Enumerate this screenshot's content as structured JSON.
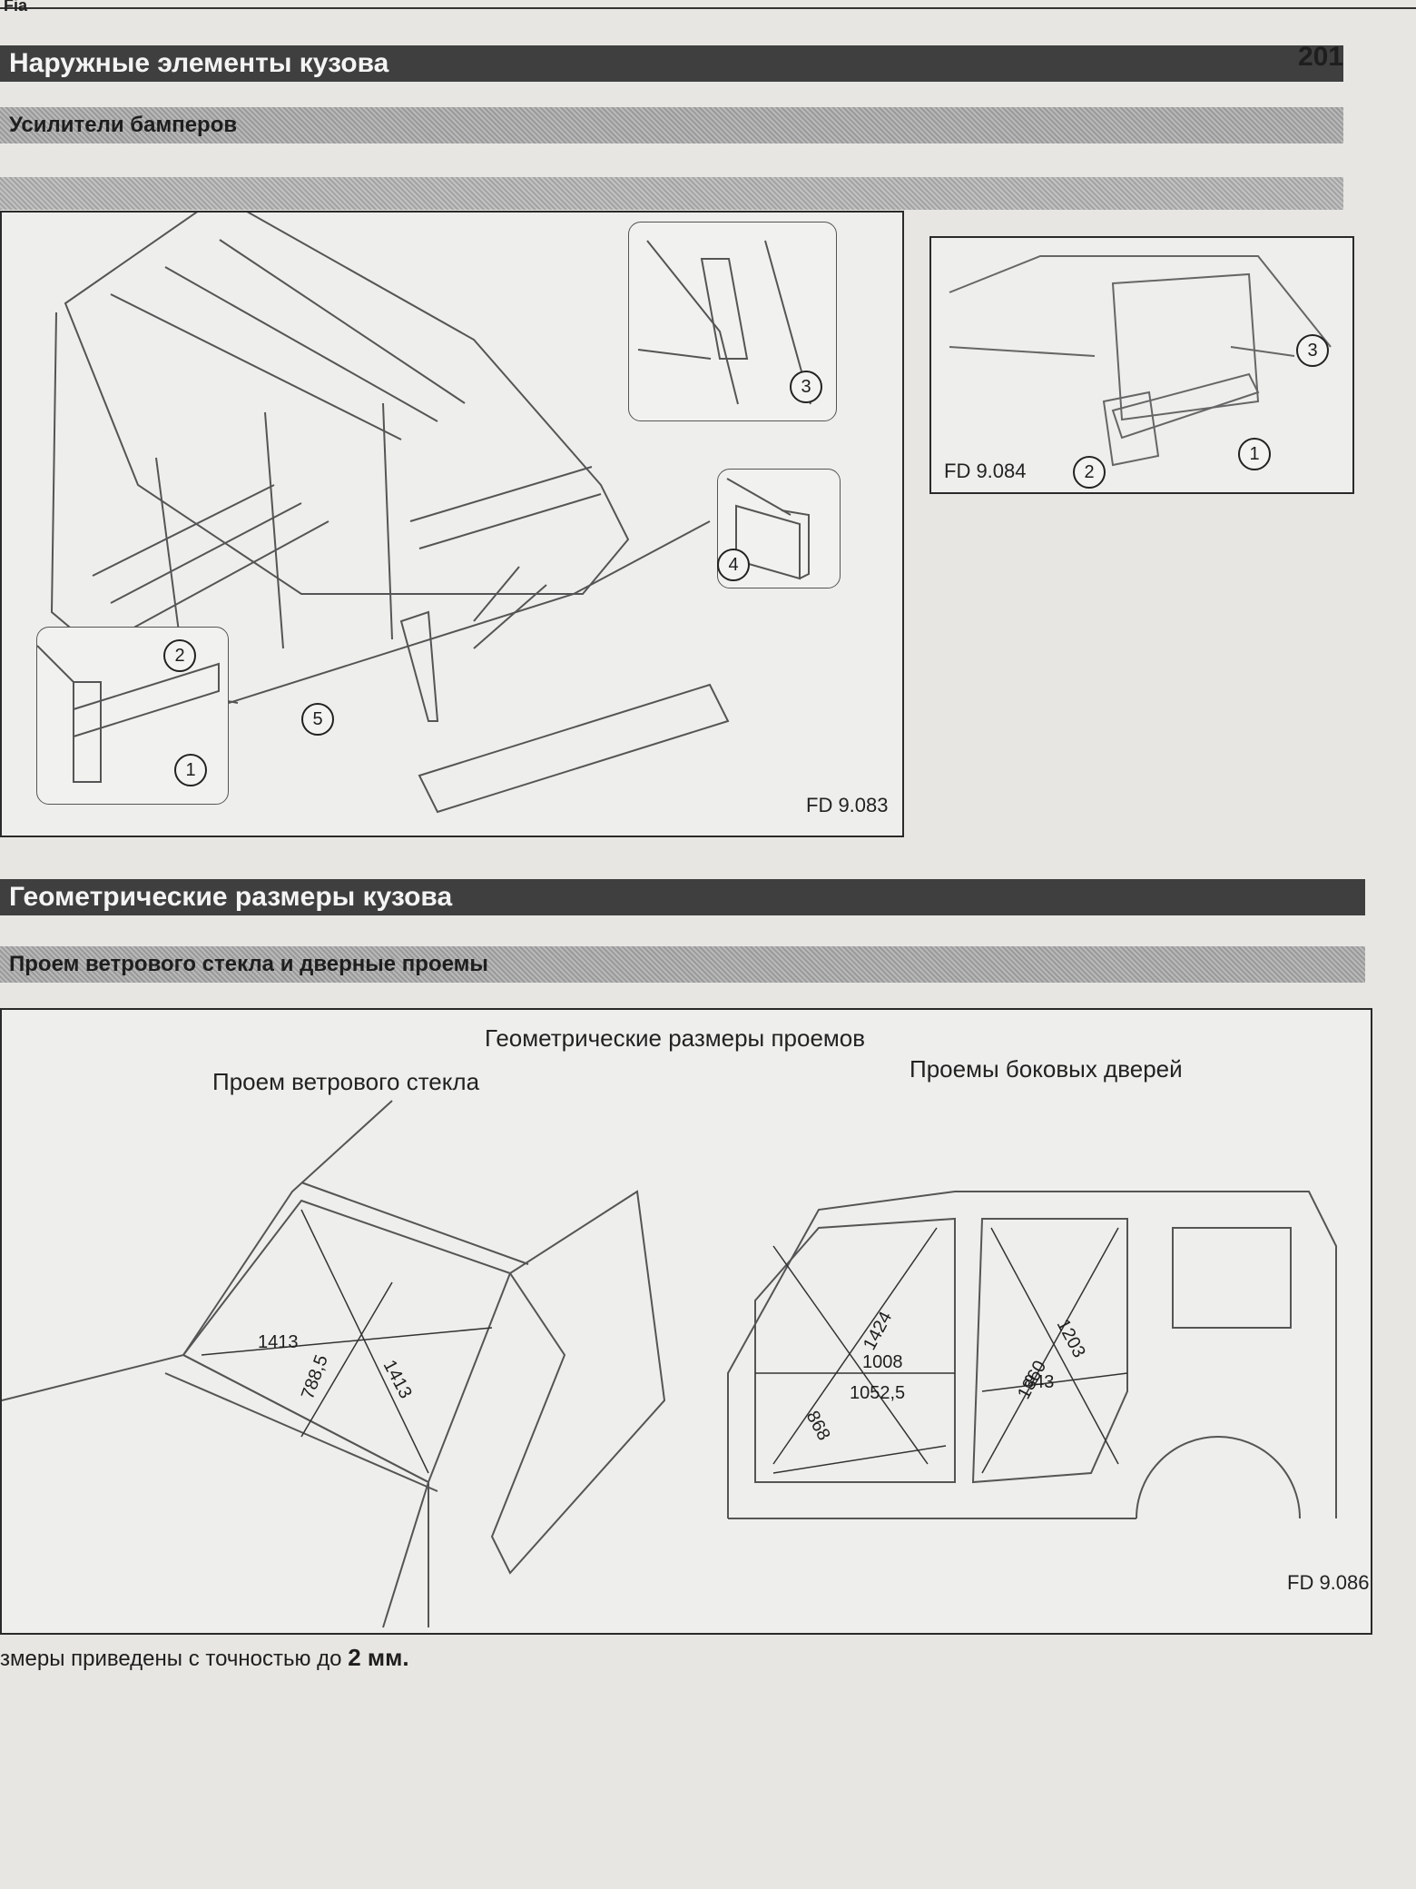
{
  "header": {
    "corner_text": "Fia",
    "page_number": "201"
  },
  "sections": {
    "exterior": "Наружные элементы кузова",
    "bumper_reinforcements": "Усилители бамперов",
    "geometry": "Геометрические размеры кузова",
    "openings": "Проем ветрового стекла и дверные проемы"
  },
  "figures": {
    "fig_083": "FD 9.083",
    "fig_084": "FD 9.084",
    "fig_086": "FD 9.086"
  },
  "fig083_callouts": [
    "1",
    "2",
    "3",
    "4",
    "5"
  ],
  "fig084_callouts": [
    "1",
    "2",
    "3"
  ],
  "fig086": {
    "title": "Геометрические размеры проемов",
    "windshield_caption": "Проем ветрового стекла",
    "doors_caption": "Проемы боковых дверей",
    "windshield_dims": [
      "1413",
      "788,5",
      "1413"
    ],
    "front_door_dims": [
      "868",
      "1424",
      "1008",
      "1052,5"
    ],
    "rear_door_dims": [
      "1360",
      "1203",
      "843"
    ]
  },
  "footnote": {
    "text": "змеры приведены с точностью до ",
    "bold": "2 мм."
  },
  "colors": {
    "section_bar": "#3f3f3f",
    "paper": "#e7e6e2"
  }
}
